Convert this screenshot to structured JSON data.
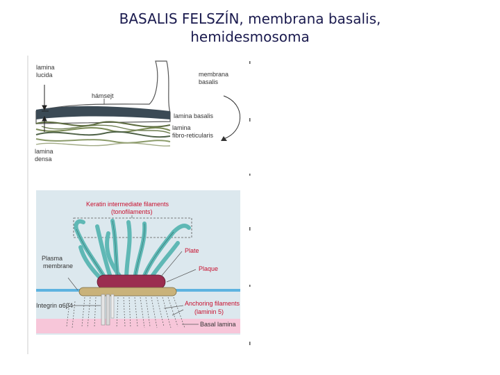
{
  "title": {
    "line1": "BASALIS FELSZÍN, membrana basalis,",
    "line2": "hemidesmosoma"
  },
  "top_diagram": {
    "lamina_lucida": [
      "lamina",
      "lucida"
    ],
    "hamsejt": "hámsejt",
    "membrana_basalis": [
      "membrana",
      "basalis"
    ],
    "lamina_basalis": "lamina basalis",
    "lamina_fibroreticularis": [
      "lamina",
      "fibro-reticularis"
    ],
    "lamina_densa": [
      "lamina",
      "densa"
    ]
  },
  "bottom_diagram": {
    "keratin": [
      "Keratin intermediate filaments",
      "(tonofilaments)"
    ],
    "plate": "Plate",
    "plaque": "Plaque",
    "plasma_membrane": [
      "Plasma",
      "membrane"
    ],
    "integrin": "Integrin α6β4",
    "anchoring_filaments": [
      "Anchoring filaments",
      "(laminin 5)"
    ],
    "basal_lamina": "Basal lamina"
  },
  "colors": {
    "title": "#1a1a4e",
    "bottom_bg": "#dce8ee",
    "filament": "#5fb8b5",
    "plaque": "#9b2d50",
    "plate_bar": "#c9b27a",
    "membrane": "#5db3e0",
    "basal_lamina": "#f7c6d9",
    "red_text": "#c8102e"
  }
}
